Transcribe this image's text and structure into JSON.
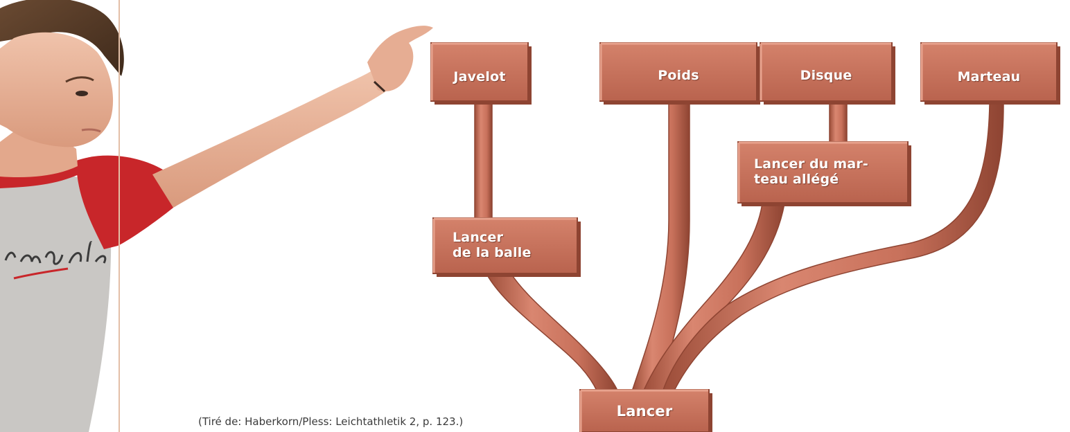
{
  "diagram": {
    "leaves": {
      "javelot": "Javelot",
      "poids": "Poids",
      "disque": "Disque",
      "marteau": "Marteau"
    },
    "intermediate": {
      "balle": "Lancer\nde la balle",
      "marteau_allege": "Lancer du mar-\nteau allégé"
    },
    "root": "Lancer"
  },
  "citation": "(Tiré de: Haberkorn/Pless: Leichtathletik 2, p. 123.)",
  "colors": {
    "box_fill": "#c8715b",
    "box_highlight": "#e8a38e",
    "box_shadow": "#8e4432",
    "label": "#ffffff",
    "shirt_red": "#c8262a",
    "shirt_gray": "#c9c7c4",
    "skin": "#e9b59d",
    "divider": "#e3bfa7"
  }
}
